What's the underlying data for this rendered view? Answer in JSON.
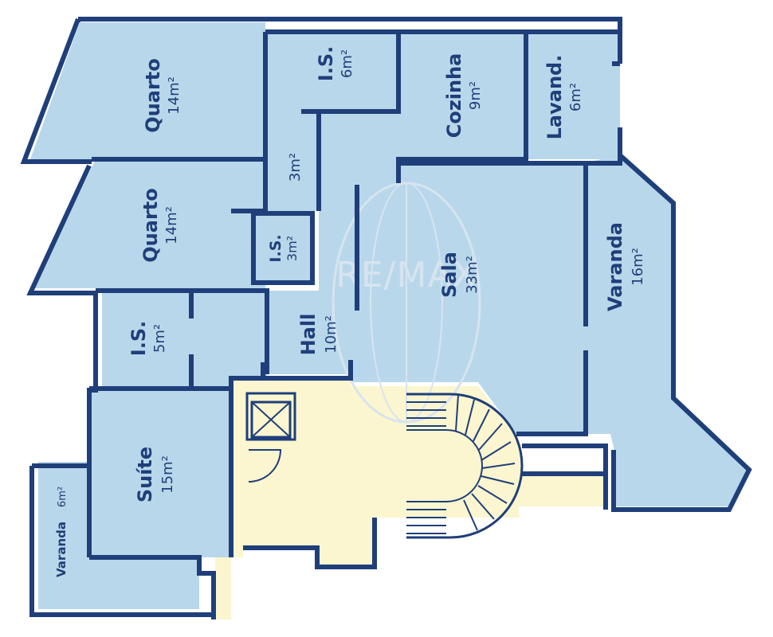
{
  "rooms": {
    "quarto_top": {
      "name": "Quarto",
      "area": "14m²"
    },
    "quarto_mid": {
      "name": "Quarto",
      "area": "14m²"
    },
    "is_top": {
      "name": "I.S.",
      "area": "6m²"
    },
    "corridor": {
      "area": "3m²"
    },
    "is_small": {
      "name": "I.S.",
      "area": "3m²"
    },
    "cozinha": {
      "name": "Cozinha",
      "area": "9m²"
    },
    "lavand": {
      "name": "Lavand.",
      "area": "6m²"
    },
    "sala": {
      "name": "Sala",
      "area": "33m²"
    },
    "hall": {
      "name": "Hall",
      "area": "10m²"
    },
    "varanda_right": {
      "name": "Varanda",
      "area": "16m²"
    },
    "is_suite": {
      "name": "I.S.",
      "area": "5m²"
    },
    "suite": {
      "name": "Suíte",
      "area": "15m²"
    },
    "varanda_left": {
      "name": "Varanda",
      "area": "6m²"
    }
  },
  "watermark": "RE/MAX",
  "colors": {
    "room_fill": "#b9d7ea",
    "common_fill": "#fbf6cf",
    "wall": "#1f3f7a",
    "text": "#1f3f7a"
  }
}
